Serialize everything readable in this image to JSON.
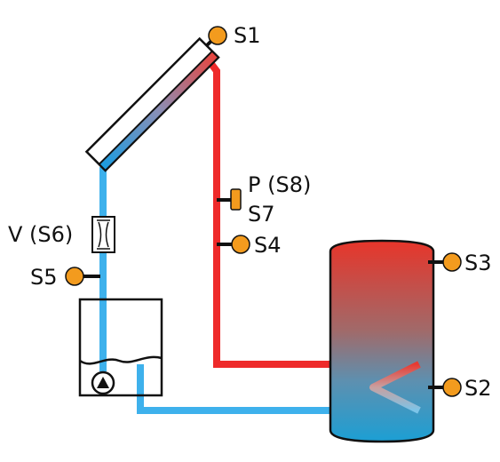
{
  "labels": {
    "s1": "S1",
    "p_s8": "P (S8)",
    "s7": "S7",
    "s4": "S4",
    "s3": "S3",
    "s2": "S2",
    "v_s6": "V (S6)",
    "s5": "S5"
  },
  "colors": {
    "hot_pipe": "#ee2a2a",
    "cold_pipe": "#3eb1ec",
    "sensor": "#f39b1e",
    "tank_top": "#e7352a",
    "tank_bottom": "#1c9fd4",
    "collector_top": "#e8453e",
    "collector_bottom": "#1a9ce0"
  },
  "icons": {
    "pump": "pump-icon",
    "flow_meter": "flow-meter-icon",
    "heat_exchanger": "heat-exchanger-coil-icon"
  }
}
